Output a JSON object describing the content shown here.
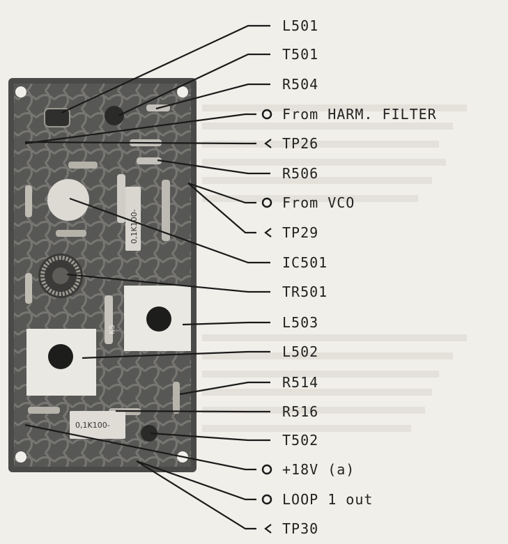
{
  "labels": [
    {
      "id": "l501",
      "text": "L501",
      "marker": "none"
    },
    {
      "id": "t501",
      "text": "T501",
      "marker": "none"
    },
    {
      "id": "r504",
      "text": "R504",
      "marker": "none"
    },
    {
      "id": "harm",
      "text": "From HARM. FILTER",
      "marker": "circle"
    },
    {
      "id": "tp26",
      "text": "TP26",
      "marker": "arrow"
    },
    {
      "id": "r506",
      "text": "R506",
      "marker": "none"
    },
    {
      "id": "vco",
      "text": "From VCO",
      "marker": "circle"
    },
    {
      "id": "tp29",
      "text": "TP29",
      "marker": "arrow"
    },
    {
      "id": "ic501",
      "text": "IC501",
      "marker": "none"
    },
    {
      "id": "tr501",
      "text": "TR501",
      "marker": "none"
    },
    {
      "id": "l503",
      "text": "L503",
      "marker": "none"
    },
    {
      "id": "l502",
      "text": "L502",
      "marker": "none"
    },
    {
      "id": "r514",
      "text": "R514",
      "marker": "none"
    },
    {
      "id": "r516",
      "text": "R516",
      "marker": "none"
    },
    {
      "id": "t502",
      "text": "T502",
      "marker": "none"
    },
    {
      "id": "p18v",
      "text": "+18V (a)",
      "marker": "circle"
    },
    {
      "id": "loop1",
      "text": "LOOP 1 out",
      "marker": "circle"
    },
    {
      "id": "tp30",
      "text": "TP30",
      "marker": "arrow"
    }
  ],
  "board_markings": [
    "0,1K100-",
    "0,1K100-",
    "K5"
  ],
  "colors": {
    "paper": "#f1efe9",
    "board": "#4a4a48",
    "ink": "#1a1a1a"
  }
}
